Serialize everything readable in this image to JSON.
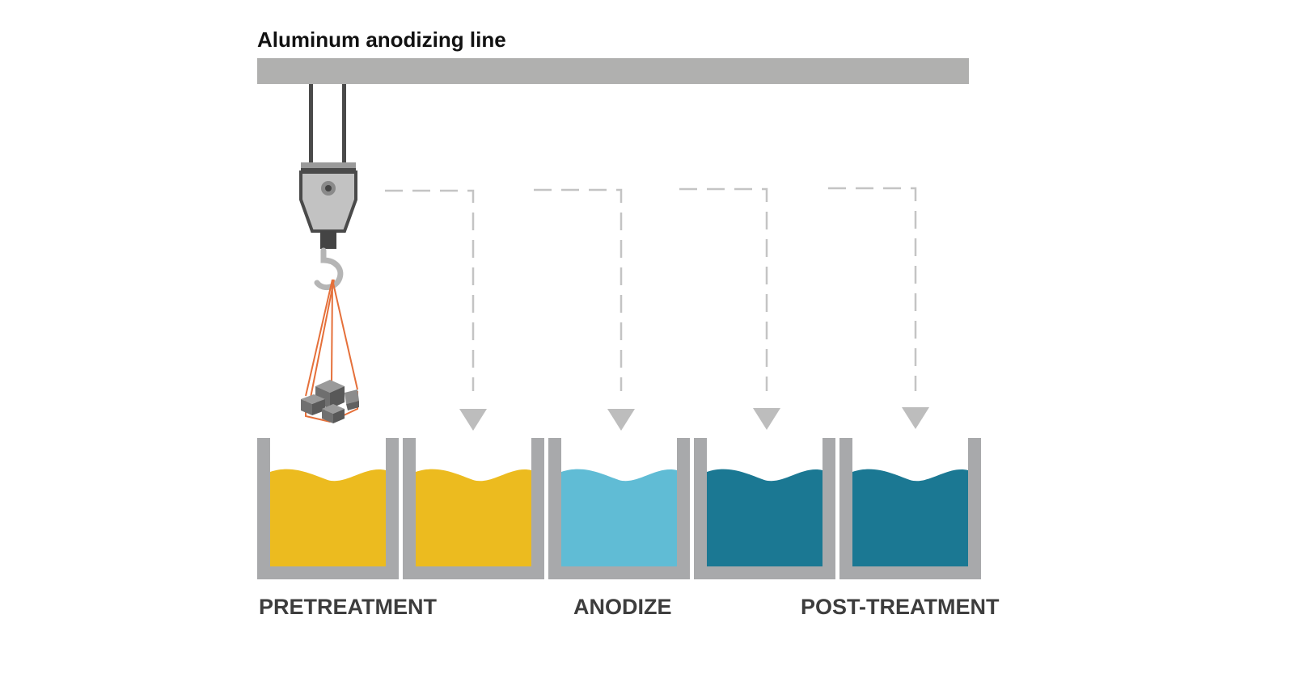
{
  "title": "Aluminum anodizing line",
  "stages": [
    {
      "label": "PRETREATMENT"
    },
    {
      "label": "ANODIZE"
    },
    {
      "label": "POST-TREATMENT"
    }
  ],
  "tanks": [
    {
      "liquid_color": "#ecbb1f"
    },
    {
      "liquid_color": "#ecbb1f"
    },
    {
      "liquid_color": "#60bcd5"
    },
    {
      "liquid_color": "#1b7893"
    },
    {
      "liquid_color": "#1b7893"
    }
  ],
  "colors": {
    "rail": "#b0b0af",
    "tank_wall": "#a8a9ab",
    "dashed_path": "#c4c4c4",
    "arrow": "#bdbdbd",
    "sling": "#e5703a",
    "text": "#3d3d3d"
  },
  "icons": {
    "hoist": "hoist-trolley-icon",
    "hook": "crane-hook-icon",
    "parts": "aluminum-parts-icon",
    "arrow": "down-arrow-icon"
  }
}
